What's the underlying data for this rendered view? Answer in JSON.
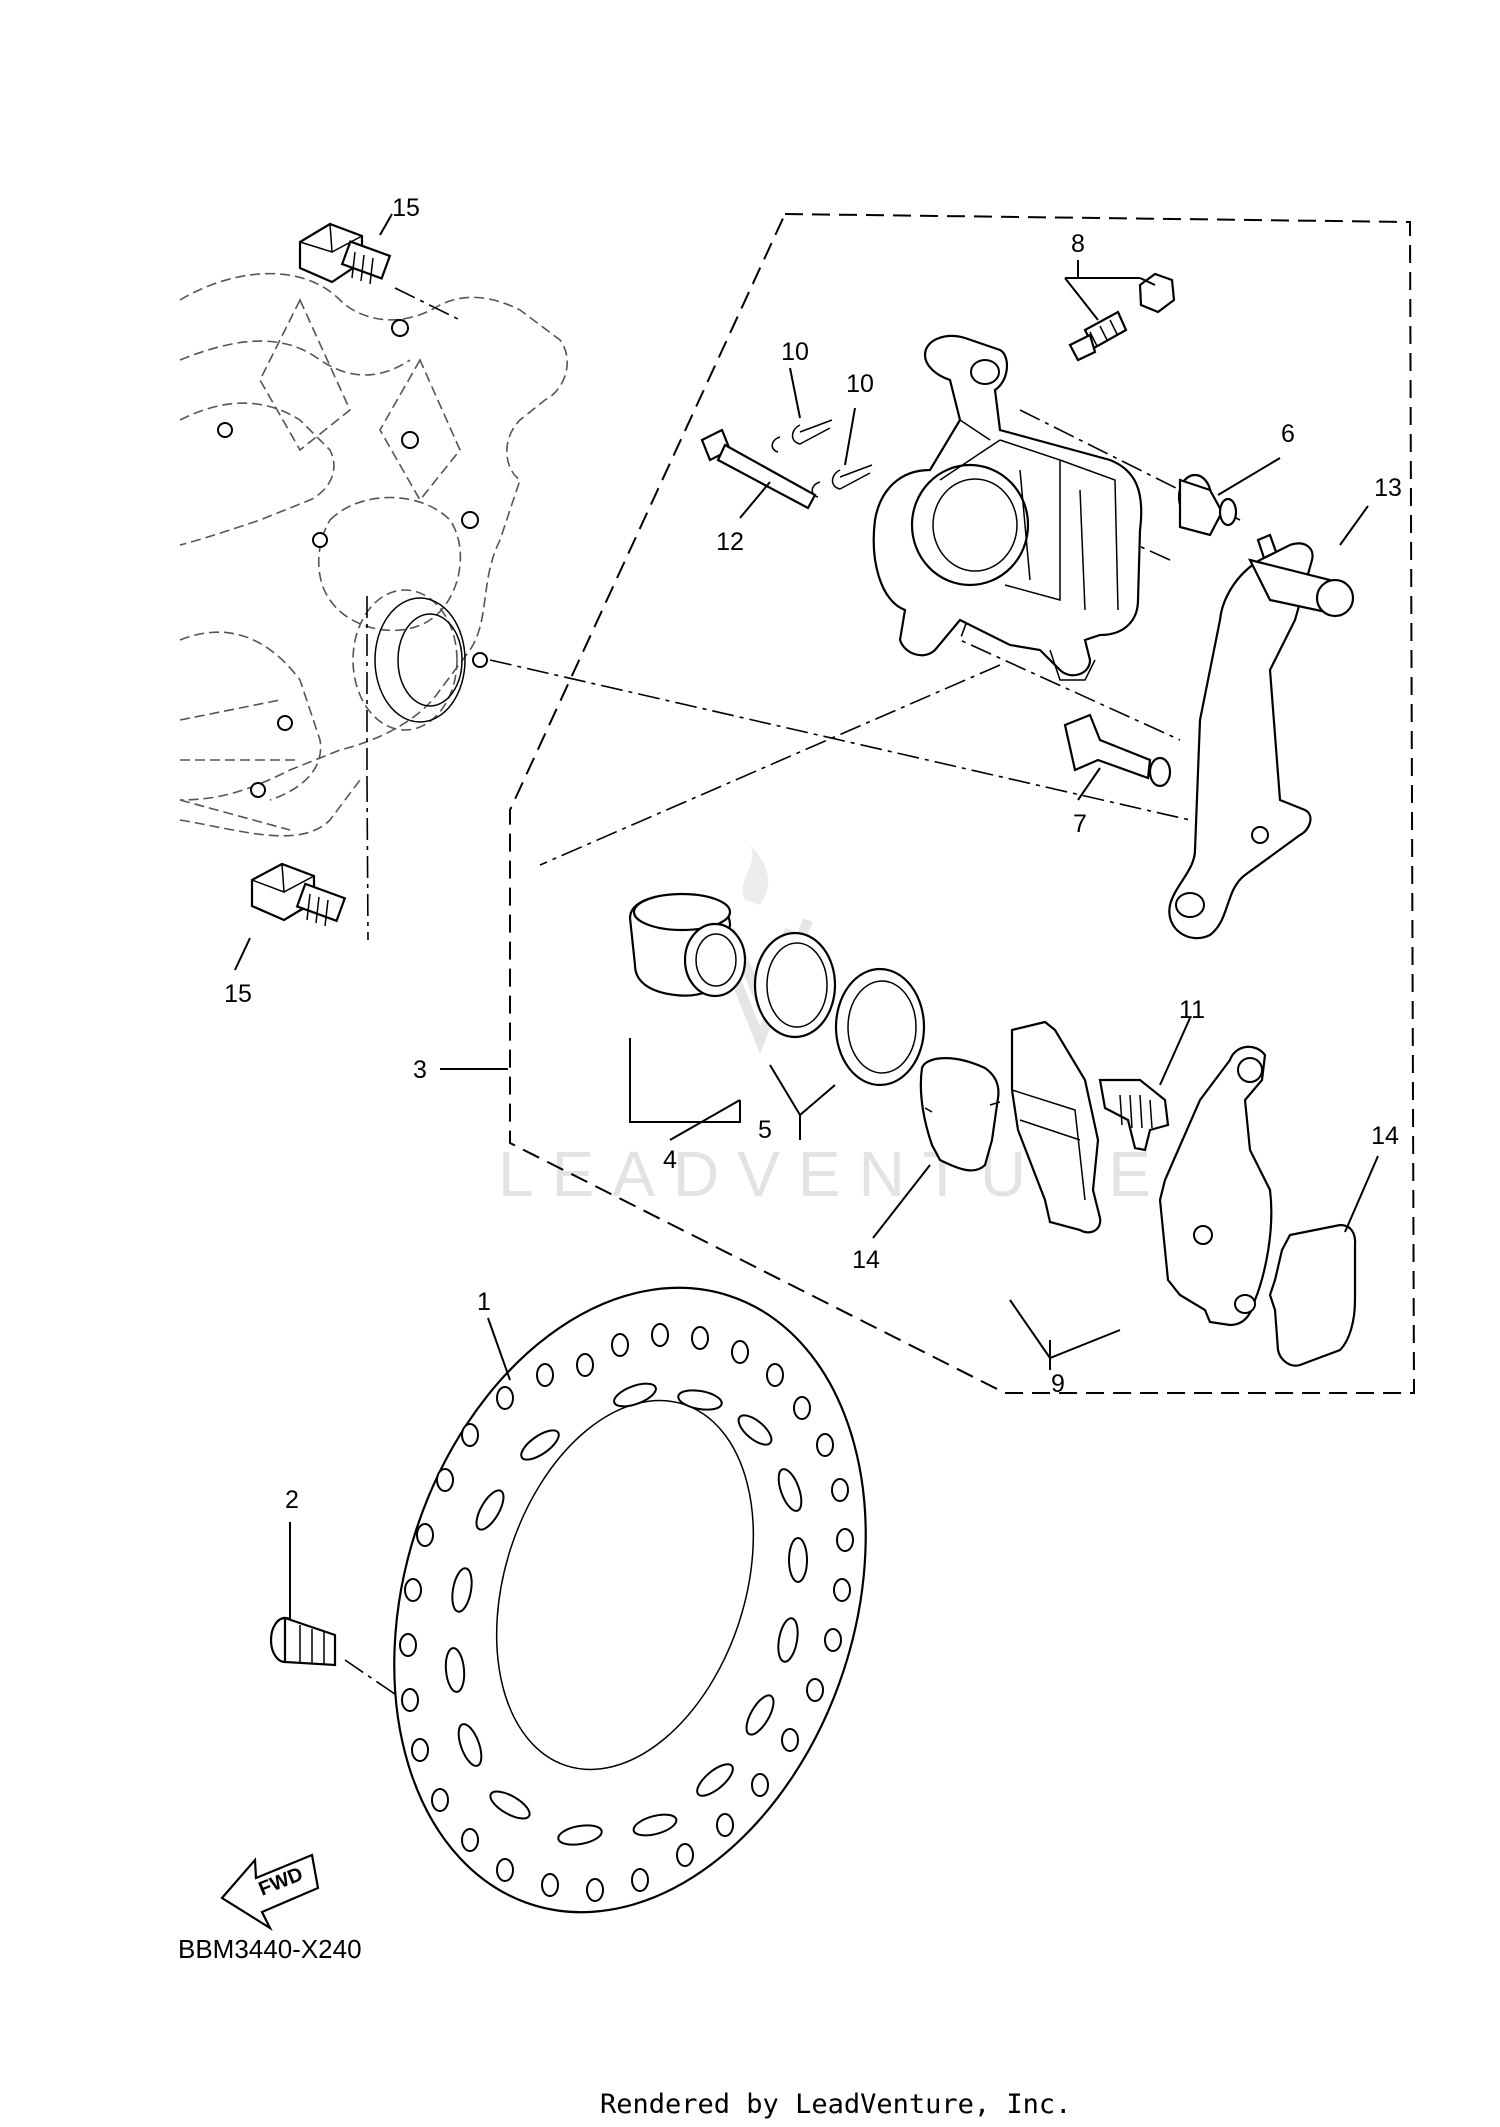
{
  "diagram": {
    "callouts": [
      {
        "id": "p15a",
        "label": "15"
      },
      {
        "id": "p8",
        "label": "8"
      },
      {
        "id": "p10a",
        "label": "10"
      },
      {
        "id": "p10b",
        "label": "10"
      },
      {
        "id": "p6",
        "label": "6"
      },
      {
        "id": "p13",
        "label": "13"
      },
      {
        "id": "p12",
        "label": "12"
      },
      {
        "id": "p7",
        "label": "7"
      },
      {
        "id": "p15b",
        "label": "15"
      },
      {
        "id": "p3",
        "label": "3"
      },
      {
        "id": "p11",
        "label": "11"
      },
      {
        "id": "p5",
        "label": "5"
      },
      {
        "id": "p4",
        "label": "4"
      },
      {
        "id": "p14a",
        "label": "14"
      },
      {
        "id": "p14b",
        "label": "14"
      },
      {
        "id": "p9",
        "label": "9"
      },
      {
        "id": "p1",
        "label": "1"
      },
      {
        "id": "p2",
        "label": "2"
      }
    ],
    "fwd_label": "FWD",
    "diagram_code": "BBM3440-X240",
    "watermark": "LEADVENTURE",
    "footer": "Rendered by LeadVenture, Inc."
  }
}
